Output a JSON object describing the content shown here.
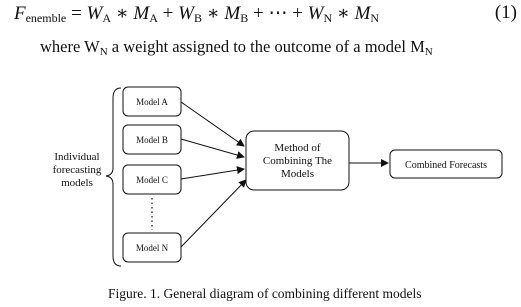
{
  "equation": {
    "lhs": "F",
    "lhs_sub": "enemble",
    "terms": [
      {
        "w": "W",
        "w_sub": "A",
        "m": "M",
        "m_sub": "A"
      },
      {
        "w": "W",
        "w_sub": "B",
        "m": "M",
        "m_sub": "B"
      },
      {
        "w": "W",
        "w_sub": "N",
        "m": "M",
        "m_sub": "N"
      }
    ],
    "ellipsis": "⋯",
    "number": "(1)"
  },
  "where_line": {
    "prefix": "where W",
    "prefix_sub": "N",
    "middle": " a weight assigned to the outcome of a model M",
    "suffix_sub": "N"
  },
  "diagram": {
    "group_label_line1": "Individual",
    "group_label_line2": "forecasting",
    "group_label_line3": "models",
    "models": [
      "Model A",
      "Model B",
      "Model C",
      "Model N"
    ],
    "method_line1": "Method of",
    "method_line2": "Combining The",
    "method_line3": "Models",
    "output": "Combined Forecasts"
  },
  "caption": "Figure. 1. General diagram of combining different models"
}
